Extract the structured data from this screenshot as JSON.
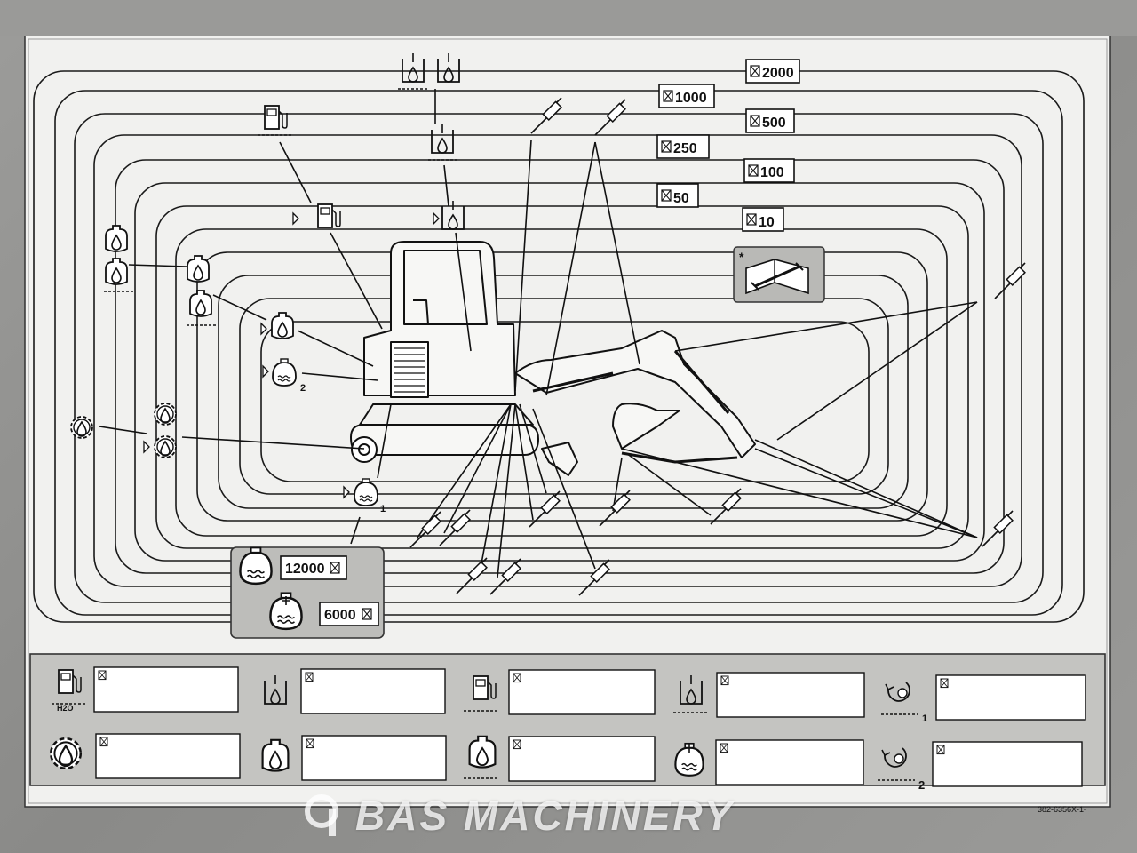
{
  "diagram": {
    "intervals": [
      "2000",
      "1000",
      "500",
      "250",
      "100",
      "50",
      "10"
    ],
    "inset_values": [
      "12000",
      "6000"
    ],
    "callouts": {
      "coolant_1": "1",
      "coolant_2": "2",
      "water_sub": "H2O",
      "swing_1": "1",
      "swing_2": "2"
    }
  },
  "footer": {
    "part_code": "382-6356X-1-"
  },
  "watermark": {
    "text": "BAS MACHINERY"
  }
}
